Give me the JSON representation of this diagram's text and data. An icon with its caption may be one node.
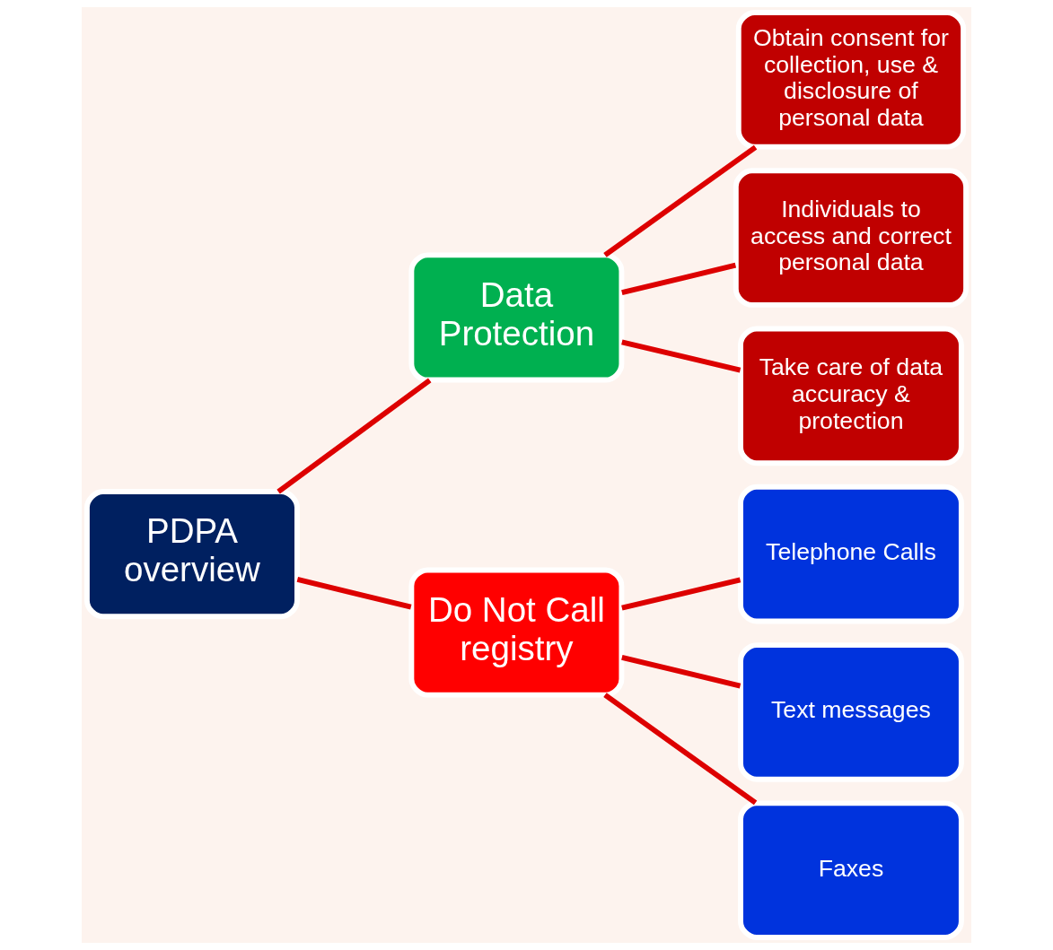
{
  "diagram": {
    "nodes": [
      {
        "text": [
          "PDPA overview"
        ]
      },
      {
        "text": [
          "Data Protection"
        ]
      },
      {
        "text": [
          "Do Not Call registry"
        ]
      },
      {
        "text": [
          "Obtain consent for collection, use & disclosure of personal data"
        ]
      },
      {
        "text": [
          "Individuals to access and correct personal data"
        ]
      },
      {
        "text": [
          "Take care of data accuracy & protection"
        ]
      },
      {
        "text": [
          "Telephone Calls"
        ]
      },
      {
        "text": [
          "Text messages"
        ]
      },
      {
        "text": [
          "Faxes"
        ]
      }
    ],
    "edges": [
      {
        "from": 0,
        "to": 1,
        "arrow": "none"
      },
      {
        "from": 0,
        "to": 2,
        "arrow": "none"
      },
      {
        "from": 1,
        "to": 3,
        "arrow": "none"
      },
      {
        "from": 1,
        "to": 4,
        "arrow": "none"
      },
      {
        "from": 1,
        "to": 5,
        "arrow": "none"
      },
      {
        "from": 2,
        "to": 6,
        "arrow": "none"
      },
      {
        "from": 2,
        "to": 7,
        "arrow": "none"
      },
      {
        "from": 2,
        "to": 8,
        "arrow": "none"
      }
    ]
  }
}
